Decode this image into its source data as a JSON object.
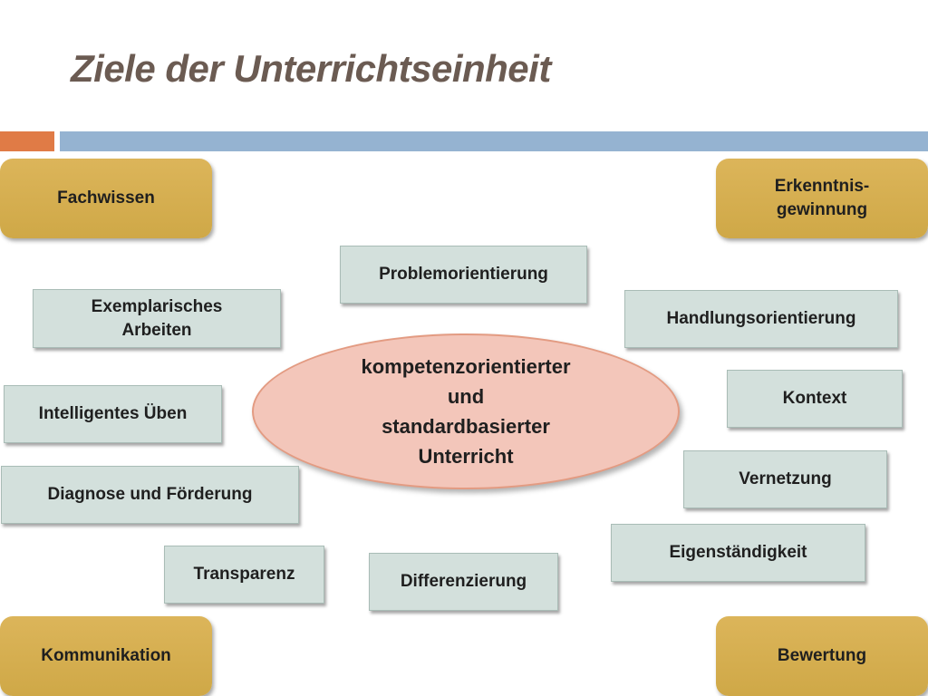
{
  "slide": {
    "title": "Ziele der Unterrichtseinheit"
  },
  "corners": {
    "top_left": "Fachwissen",
    "top_right_line1": "Erkenntnis-",
    "top_right_line2": "gewinnung",
    "bottom_left": "Kommunikation",
    "bottom_right": "Bewertung"
  },
  "center": {
    "line1": "kompetenzorientierter",
    "line2": "und",
    "line3": "standardbasierter",
    "line4": "Unterricht"
  },
  "boxes": {
    "problemorientierung": "Problemorientierung",
    "exemplarisch_line1": "Exemplarisches",
    "exemplarisch_line2": "Arbeiten",
    "handlungsorientierung": "Handlungsorientierung",
    "intelligentes_ueben": "Intelligentes Üben",
    "kontext": "Kontext",
    "diagnose": "Diagnose und Förderung",
    "vernetzung": "Vernetzung",
    "transparenz": "Transparenz",
    "differenzierung": "Differenzierung",
    "eigenstaendigkeit": "Eigenständigkeit"
  },
  "colors": {
    "title": "#6b5b52",
    "accent_orange": "#e07b46",
    "accent_blue": "#95b3d1",
    "gold_box": "#d4ad4e",
    "grey_box": "#d3e0dc",
    "center_ellipse": "#f3c6ba"
  }
}
